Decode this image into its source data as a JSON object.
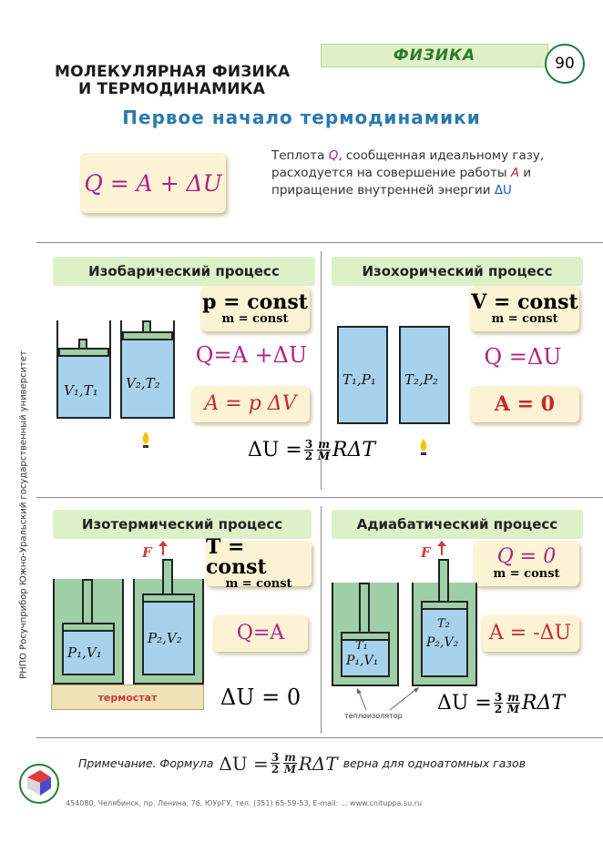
{
  "header": {
    "subject": "ФИЗИКА",
    "page_number": "90",
    "topic_line1": "МОЛЕКУЛЯРНАЯ ФИЗИКА",
    "topic_line2": "И ТЕРМОДИНАМИКА",
    "title": "Первое начало термодинамики"
  },
  "main_formula": "Q = A + ΔU",
  "description": {
    "t1": "Теплота ",
    "q": "Q",
    "t2": ", сообщенная идеальному газу, расходуется на совершение работы ",
    "a": "A",
    "t3": " и приращение внутренней энергии ",
    "du": "ΔU"
  },
  "isobaric": {
    "title": "Изобарический процесс",
    "const_main": "p = const",
    "const_sub": "m = const",
    "eq1": "Q=A +ΔU",
    "eq2": "A = p ΔV",
    "cyl1": "V₁,T₁",
    "cyl2": "V₂,T₂"
  },
  "isochoric": {
    "title": "Изохорический процесс",
    "const_main": "V = const",
    "const_sub": "m = const",
    "eq1": "Q =ΔU",
    "eq2": "A = 0",
    "cyl1": "T₁,P₁",
    "cyl2": "T₂,P₂"
  },
  "deltau_formula": {
    "lhs": "ΔU =",
    "num": "3",
    "den": "2",
    "mnum": "m",
    "mden": "M",
    "rhs": "RΔT"
  },
  "isothermal": {
    "title": "Изотермический процесс",
    "const_main": "T = const",
    "const_sub": "m = const",
    "eq1": "Q=A",
    "eq2": "ΔU = 0",
    "force": "F",
    "cyl1": "P₁,V₁",
    "cyl2": "P₂,V₂",
    "thermostat": "термостат"
  },
  "adiabatic": {
    "title": "Адиабатический процесс",
    "const_main": "Q = 0",
    "const_sub": "m = const",
    "eq1": "A = -ΔU",
    "force": "F",
    "cyl1_t": "T₁",
    "cyl1_pv": "P₁,V₁",
    "cyl2_t": "T₂",
    "cyl2_pv": "P₂,V₂",
    "insulator": "теплоизолятор"
  },
  "note": {
    "text1": "Примечание. Формула",
    "text2": "верна для одноатомных газов"
  },
  "side_text": "РНПО Росучприбор   Южно-Уральский государственный университет",
  "footer": "454080, Челябинск, пр. Ленина, 76, ЮУрГУ, тел. (351) 65-59-53, E-mail: ... www.cnituppa.su.ru",
  "colors": {
    "gas": "#a8d2ec",
    "heading_bg": "#def0c8",
    "formula_bg": "#fbf3d3",
    "title": "#2a7ab0",
    "force_arrow": "#d23b2b"
  }
}
